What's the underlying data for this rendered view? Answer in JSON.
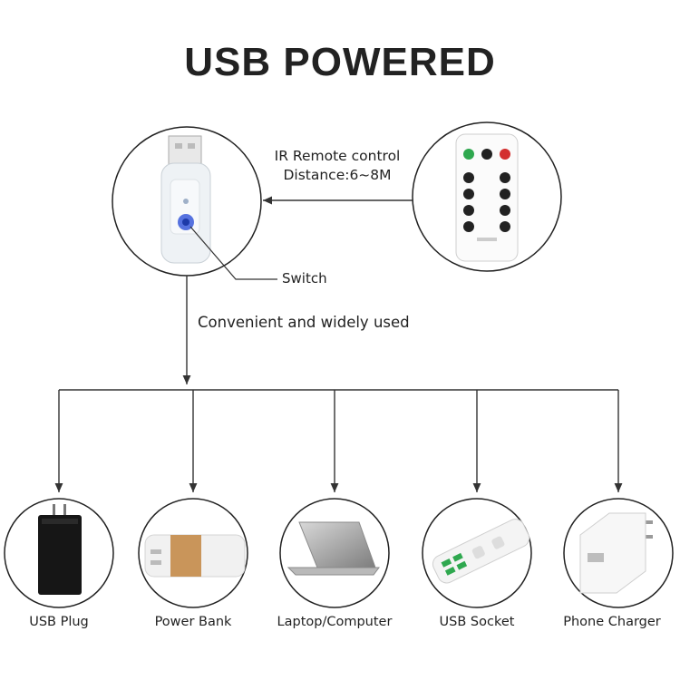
{
  "title": "USB POWERED",
  "ir_remote": {
    "line1": "IR Remote control",
    "line2": "Distance:6~8M"
  },
  "switch_label": "Switch",
  "convenient_label": "Convenient and widely used",
  "devices": [
    {
      "label": "USB  Plug",
      "icon": "usb-plug-icon"
    },
    {
      "label": "Power Bank",
      "icon": "power-bank-icon"
    },
    {
      "label": "Laptop/Computer",
      "icon": "laptop-icon"
    },
    {
      "label": "USB Socket",
      "icon": "usb-socket-icon"
    },
    {
      "label": "Phone Charger",
      "icon": "phone-charger-icon"
    }
  ],
  "colors": {
    "line": "#333333",
    "circle": "#222222",
    "switch_blue": "#3a5bd9",
    "power_bank_band": "#c9955a"
  }
}
